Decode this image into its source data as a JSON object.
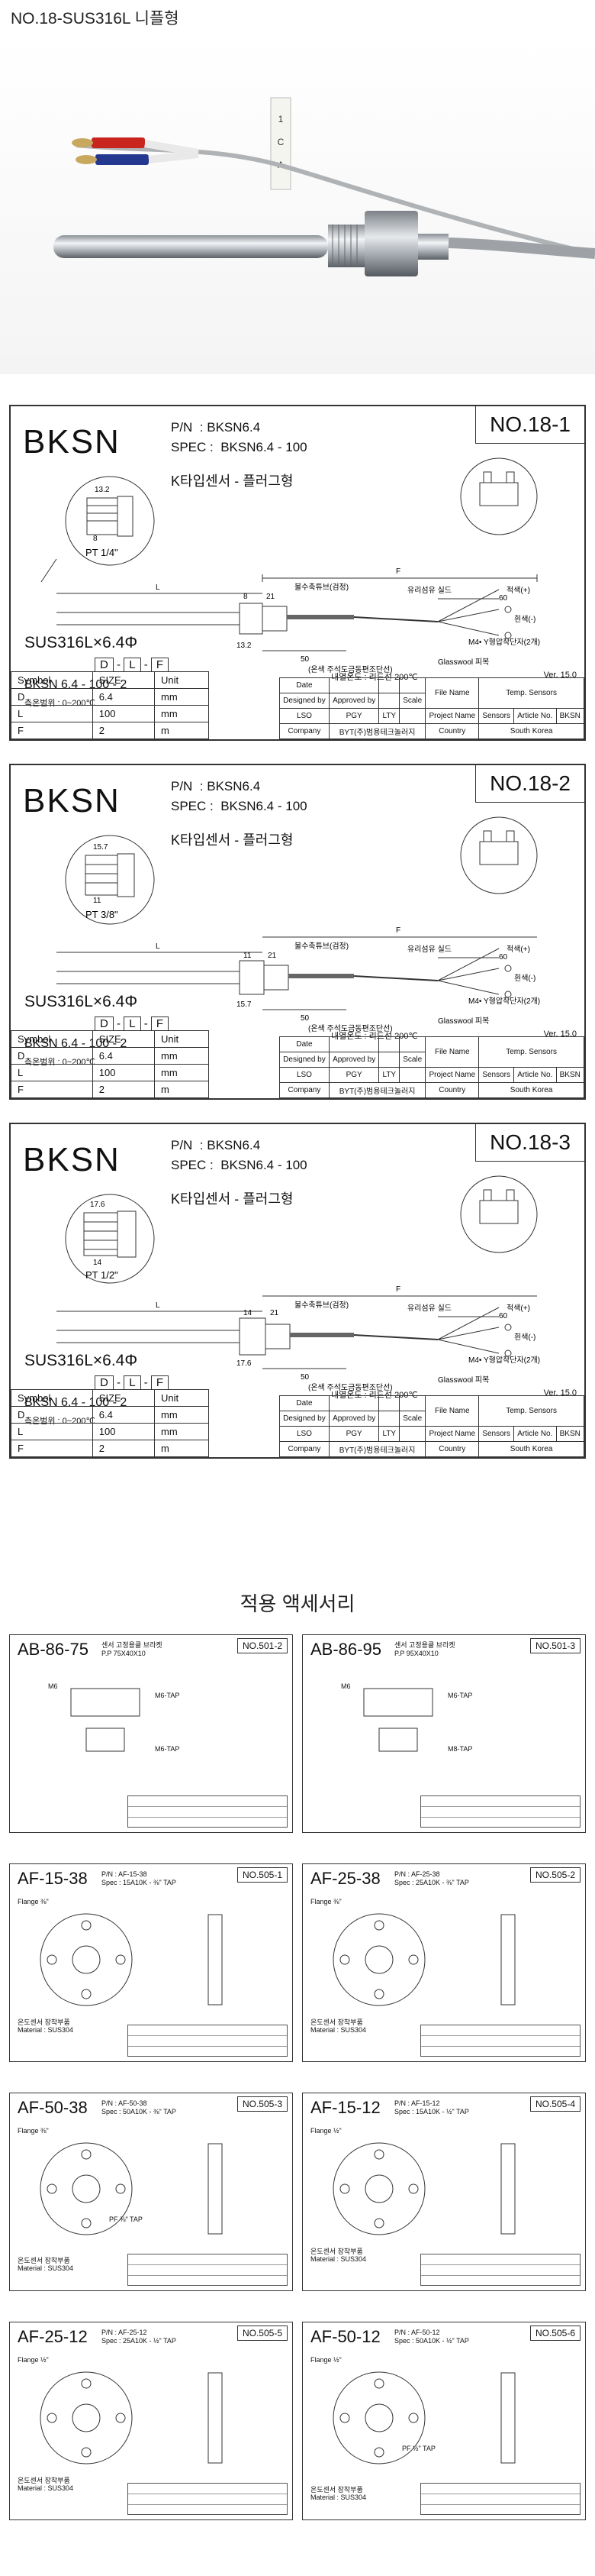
{
  "page_title": "NO.18-SUS316L 니플형",
  "sheets": [
    {
      "brand": "BKSN",
      "pn_label": "P/N",
      "pn_value": "BKSN6.4",
      "spec_label": "SPEC :",
      "spec_value": "BKSN6.4 - 100",
      "number": "NO.18-1",
      "sensor_name": "K타입센서 - 플러그형",
      "thread": "PT 1/4\"",
      "material": "SUS316L×6.4Φ",
      "code_d": "D",
      "code_l": "L",
      "code_f": "F",
      "model_code": "BKSN 6.4 - 100 - 2",
      "temp_range": "측온범위 : 0~200℃",
      "lead_temp": "내열온도 : 리드선 200℃",
      "version": "Ver. 15.0",
      "label_braid": "유리섬유 실드",
      "label_wire": "(온색 주석도금동편조단선)",
      "label_glasswool": "Glasswool 피복",
      "label_red": "적색(+)",
      "label_white": "흰색(-)",
      "label_terminal": "M4• Y형압착단자(2개)",
      "label_heat_shrink": "불수축튜브(검정)",
      "dim_a": "60",
      "dim_f": "F",
      "dim_l": "L",
      "dim_50": "50",
      "dim_1": "8",
      "dim_2": "21",
      "dim_3": "13.2",
      "dim_4": "13.2",
      "dim_5": "8",
      "table": {
        "headers": [
          "Symbol",
          "SIZE",
          "Unit"
        ],
        "rows": [
          [
            "D",
            "6.4",
            "mm"
          ],
          [
            "L",
            "100",
            "mm"
          ],
          [
            "F",
            "2",
            "m"
          ]
        ]
      }
    },
    {
      "brand": "BKSN",
      "pn_label": "P/N",
      "pn_value": "BKSN6.4",
      "spec_label": "SPEC :",
      "spec_value": "BKSN6.4 - 100",
      "number": "NO.18-2",
      "sensor_name": "K타입센서 - 플러그형",
      "thread": "PT 3/8\"",
      "material": "SUS316L×6.4Φ",
      "code_d": "D",
      "code_l": "L",
      "code_f": "F",
      "model_code": "BKSN 6.4 - 100 - 2",
      "temp_range": "측온범위 : 0~200℃",
      "lead_temp": "내열온도 : 리드선 200℃",
      "version": "Ver. 15.0",
      "label_braid": "유리섬유 실드",
      "label_wire": "(온색 주석도금동편조단선)",
      "label_glasswool": "Glasswool 피복",
      "label_red": "적색(+)",
      "label_white": "흰색(-)",
      "label_terminal": "M4• Y형압착단자(2개)",
      "label_heat_shrink": "불수축튜브(검정)",
      "dim_a": "60",
      "dim_f": "F",
      "dim_l": "L",
      "dim_50": "50",
      "dim_1": "11",
      "dim_2": "21",
      "dim_3": "15.7",
      "dim_4": "15.7",
      "dim_5": "11",
      "table": {
        "headers": [
          "Symbol",
          "SIZE",
          "Unit"
        ],
        "rows": [
          [
            "D",
            "6.4",
            "mm"
          ],
          [
            "L",
            "100",
            "mm"
          ],
          [
            "F",
            "2",
            "m"
          ]
        ]
      }
    },
    {
      "brand": "BKSN",
      "pn_label": "P/N",
      "pn_value": "BKSN6.4",
      "spec_label": "SPEC :",
      "spec_value": "BKSN6.4 - 100",
      "number": "NO.18-3",
      "sensor_name": "K타입센서 - 플러그형",
      "thread": "PT 1/2\"",
      "material": "SUS316L×6.4Φ",
      "code_d": "D",
      "code_l": "L",
      "code_f": "F",
      "model_code": "BKSN 6.4 - 100 - 2",
      "temp_range": "측온범위 : 0~200℃",
      "lead_temp": "내열온도 : 리드선 200℃",
      "version": "Ver. 15.0",
      "label_braid": "유리섬유 실드",
      "label_wire": "(온색 주석도금동편조단선)",
      "label_glasswool": "Glasswool 피복",
      "label_red": "적색(+)",
      "label_white": "흰색(-)",
      "label_terminal": "M4• Y형압착단자(2개)",
      "label_heat_shrink": "불수축튜브(검정)",
      "dim_a": "60",
      "dim_f": "F",
      "dim_l": "L",
      "dim_50": "50",
      "dim_1": "14",
      "dim_2": "21",
      "dim_3": "17.6",
      "dim_4": "17.6",
      "dim_5": "14",
      "table": {
        "headers": [
          "Symbol",
          "SIZE",
          "Unit"
        ],
        "rows": [
          [
            "D",
            "6.4",
            "mm"
          ],
          [
            "L",
            "100",
            "mm"
          ],
          [
            "F",
            "2",
            "m"
          ]
        ]
      }
    }
  ],
  "title_block": {
    "date": "Date",
    "designed_by": "Designed by",
    "approved_by": "Approved by",
    "scale": "Scale",
    "lso": "LSO",
    "pgy": "PGY",
    "lty": "LTY",
    "file_name": "File Name",
    "file_value": "Temp. Sensors",
    "project_name": "Project Name",
    "project_value": "Sensors",
    "article_no": "Article No.",
    "article_value": "BKSN",
    "company": "Company",
    "company_value": "BYT(주)범용테크놀러지",
    "country": "Country",
    "country_value": "South Korea"
  },
  "accessories_title": "적용 액세서리",
  "accessories": [
    {
      "name": "AB-86-75",
      "number": "NO.501-2",
      "desc": "센서 고정용클 브라켓\nP.P 75X40X10",
      "labels": [
        "M6",
        "M6-TAP",
        "M6-TAP"
      ]
    },
    {
      "name": "AB-86-95",
      "number": "NO.501-3",
      "desc": "센서 고정용클 브라켓\nP.P 95X40X10",
      "labels": [
        "M6",
        "M6-TAP",
        "M8-TAP"
      ]
    },
    {
      "name": "AF-15-38",
      "number": "NO.505-1",
      "desc": "P/N : AF-15-38\nSpec : 15A10K - ⅜\" TAP",
      "labels": [
        "Flange ⅜\"",
        "온도센서 장착부품",
        "Material : SUS304"
      ]
    },
    {
      "name": "AF-25-38",
      "number": "NO.505-2",
      "desc": "P/N : AF-25-38\nSpec : 25A10K - ⅜\" TAP",
      "labels": [
        "Flange ⅜\"",
        "온도센서 장착부품",
        "Material : SUS304"
      ]
    },
    {
      "name": "AF-50-38",
      "number": "NO.505-3",
      "desc": "P/N : AF-50-38\nSpec : 50A10K - ⅜\" TAP",
      "labels": [
        "Flange ⅜\"",
        "PF ⅜\" TAP",
        "온도센서 장착부품",
        "Material : SUS304"
      ]
    },
    {
      "name": "AF-15-12",
      "number": "NO.505-4",
      "desc": "P/N : AF-15-12\nSpec : 15A10K - ½\" TAP",
      "labels": [
        "Flange ½\"",
        "온도센서 장착부품",
        "Material : SUS304"
      ]
    },
    {
      "name": "AF-25-12",
      "number": "NO.505-5",
      "desc": "P/N : AF-25-12\nSpec : 25A10K - ½\" TAP",
      "labels": [
        "Flange ½\"",
        "온도센서 장착부품",
        "Material : SUS304"
      ]
    },
    {
      "name": "AF-50-12",
      "number": "NO.505-6",
      "desc": "P/N : AF-50-12\nSpec : 50A10K - ½\" TAP",
      "labels": [
        "Flange ½\"",
        "PF ½\" TAP",
        "온도센서 장착부품",
        "Material : SUS304"
      ]
    }
  ],
  "photo_labels": {
    "tag1": "1",
    "tag2": "C",
    "tag3": "A"
  }
}
